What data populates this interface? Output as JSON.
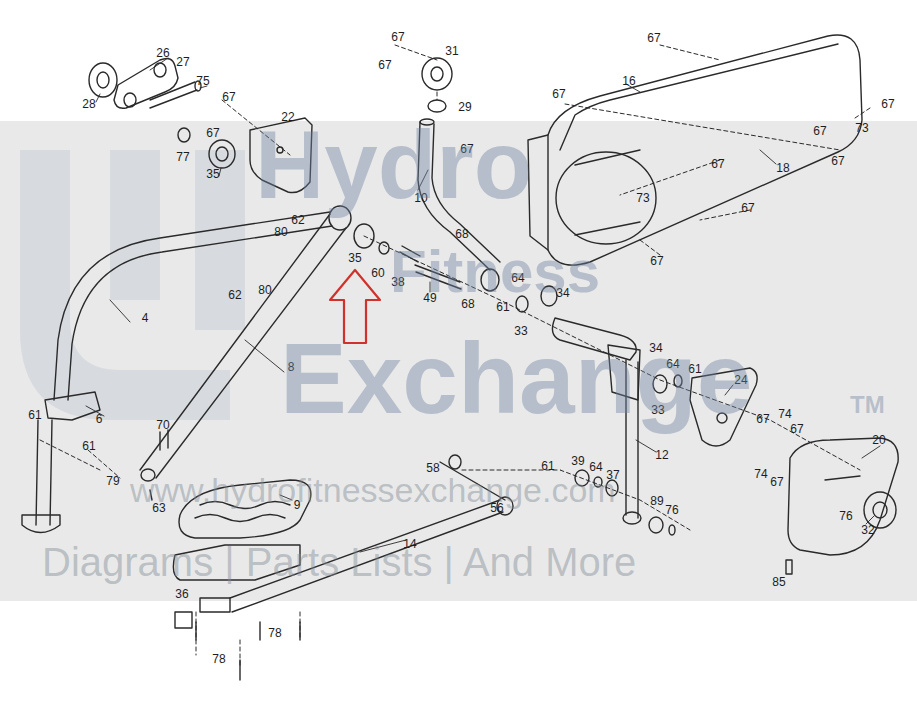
{
  "diagram": {
    "labels": [
      "26",
      "27",
      "28",
      "75",
      "67",
      "67",
      "22",
      "77",
      "35",
      "67",
      "67",
      "31",
      "29",
      "10",
      "67",
      "67",
      "16",
      "67",
      "67",
      "73",
      "67",
      "67",
      "18",
      "67",
      "73",
      "67",
      "67",
      "80",
      "62",
      "62",
      "80",
      "35",
      "60",
      "38",
      "68",
      "68",
      "49",
      "64",
      "61",
      "33",
      "34",
      "4",
      "8",
      "34",
      "64",
      "61",
      "33",
      "24",
      "74",
      "67",
      "67",
      "74",
      "67",
      "20",
      "12",
      "6",
      "61",
      "61",
      "79",
      "70",
      "63",
      "9",
      "58",
      "61",
      "39",
      "64",
      "37",
      "76",
      "32",
      "56",
      "89",
      "76",
      "14",
      "85",
      "36",
      "78",
      "78",
      "Hydro",
      "Fitness",
      "Exchange",
      "TM",
      "www.hydrofitnessexchange.com",
      "Diagrams | Parts Lists | And More"
    ]
  }
}
